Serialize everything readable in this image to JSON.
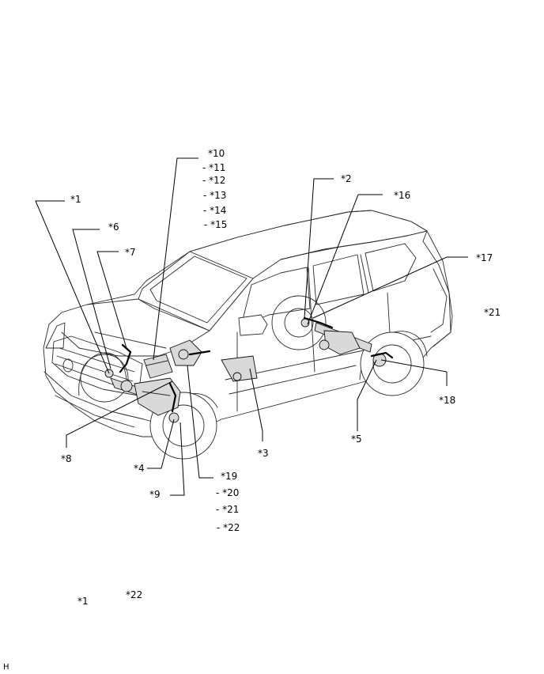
{
  "callouts": {
    "c1": "*1",
    "c2": "*2",
    "c3": "*3",
    "c4": "*4",
    "c5": "*5",
    "c6": "*6",
    "c7": "*7",
    "c8": "*8",
    "c9": "*9",
    "c10": "*10",
    "c11": "- *11",
    "c12": "- *12",
    "c13": "- *13",
    "c14": "- *14",
    "c15": "- *15",
    "c16": "*16",
    "c17": "*17",
    "c18": "*18",
    "c19": "*19",
    "c20": "- *20",
    "c21": "- *21",
    "c22": "- *22",
    "c21_right": "*21"
  },
  "legend": {
    "item1": "*1",
    "item22": "*22"
  },
  "figure_id": "H"
}
